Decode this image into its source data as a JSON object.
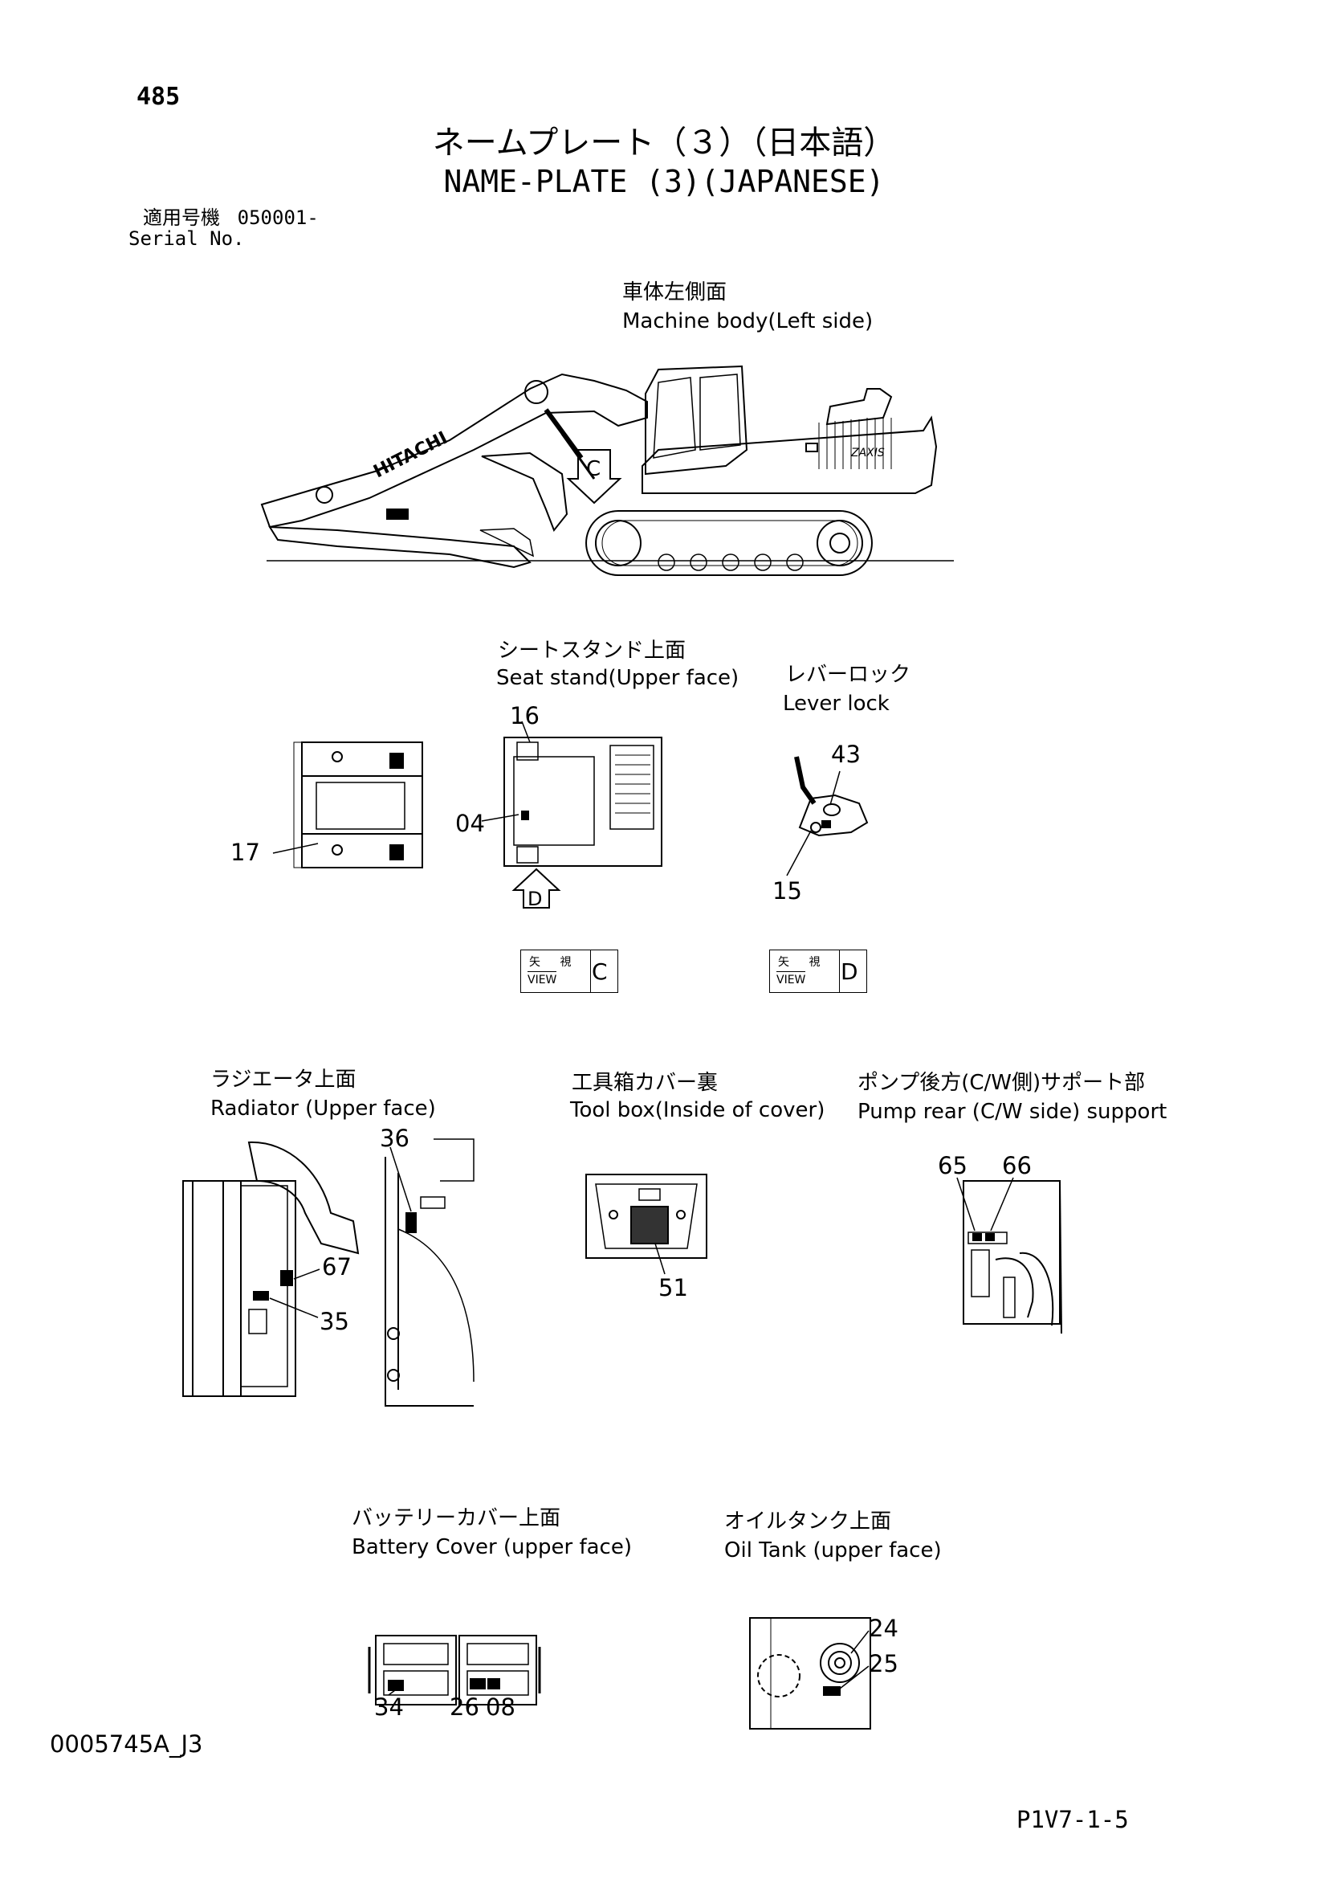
{
  "page_number": "485",
  "title_jp": "ネームプレート（３）（日本語）",
  "title_en": "NAME-PLATE (3)(JAPANESE)",
  "serial": {
    "label_jp": "適用号機",
    "value": "050001-",
    "label_en": "Serial No."
  },
  "views": {
    "machine_body": {
      "jp": "車体左側面",
      "en": "Machine body(Left side)",
      "brand": "HITACHI",
      "model": "ZAXIS",
      "arrow_label": "C"
    },
    "seat_stand": {
      "jp": "シートスタンド上面",
      "en": "Seat stand(Upper face)",
      "arrow_label": "D"
    },
    "lever_lock": {
      "jp": "レバーロック",
      "en": "Lever lock"
    },
    "radiator": {
      "jp": "ラジエータ上面",
      "en": "Radiator (Upper face)"
    },
    "tool_box": {
      "jp": "工具箱カバー裏",
      "en": "Tool box(Inside of cover)"
    },
    "pump_rear": {
      "jp": "ポンプ後方(C/W側)サポート部",
      "en": "Pump rear (C/W side) support"
    },
    "battery_cover": {
      "jp": "バッテリーカバー上面",
      "en": "Battery Cover (upper face)"
    },
    "oil_tank": {
      "jp": "オイルタンク上面",
      "en": "Oil Tank (upper face)"
    }
  },
  "view_labels": [
    {
      "jp": "矢 視",
      "en": "VIEW",
      "letter": "C"
    },
    {
      "jp": "矢 視",
      "en": "VIEW",
      "letter": "D"
    }
  ],
  "callouts": {
    "n16": "16",
    "n04": "04",
    "n17": "17",
    "n43": "43",
    "n15": "15",
    "n36": "36",
    "n67": "67",
    "n35": "35",
    "n51": "51",
    "n65": "65",
    "n66": "66",
    "n34": "34",
    "n26": "26",
    "n08": "08",
    "n24": "24",
    "n25": "25"
  },
  "footer": {
    "left": "0005745A_J3",
    "right": "P1V7-1-5"
  }
}
